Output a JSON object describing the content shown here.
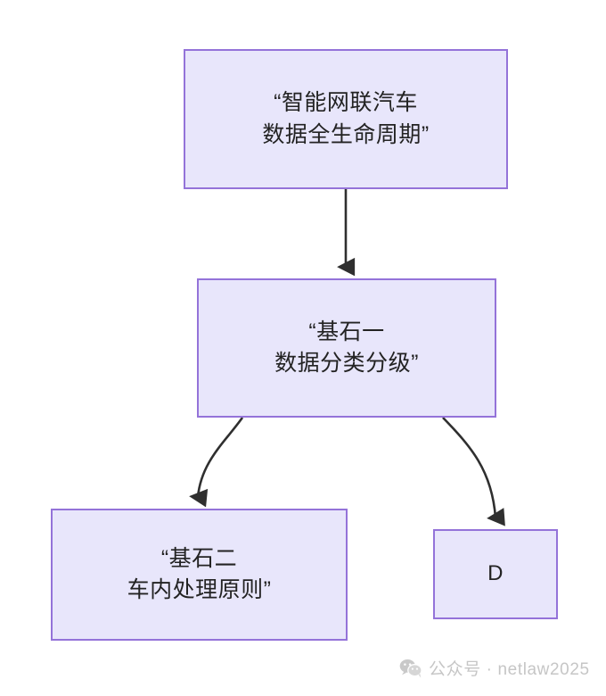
{
  "diagram": {
    "type": "flowchart",
    "direction": "top-down",
    "theme": {
      "node_fill": "#e8e6fb",
      "node_border": "#9473d9",
      "edge_color": "#2f2f2f",
      "text_color": "#232323",
      "background": "#ffffff"
    },
    "nodes": [
      {
        "id": "A",
        "lines": [
          "“智能网联汽车",
          "数据全生命周期”"
        ]
      },
      {
        "id": "B",
        "lines": [
          "“基石一",
          "数据分类分级”"
        ]
      },
      {
        "id": "C",
        "lines": [
          "“基石二",
          "车内处理原则”"
        ]
      },
      {
        "id": "D",
        "lines": [
          "D"
        ]
      }
    ],
    "edges": [
      {
        "from": "A",
        "to": "B",
        "style": "straight-arrow",
        "label": ""
      },
      {
        "from": "B",
        "to": "C",
        "style": "curved-arrow",
        "label": ""
      },
      {
        "from": "B",
        "to": "D",
        "style": "curved-arrow",
        "label": ""
      }
    ]
  },
  "watermark": {
    "icon": "wechat-icon",
    "text": "公众号 · netlaw2025",
    "color": "#c6c6c6"
  }
}
